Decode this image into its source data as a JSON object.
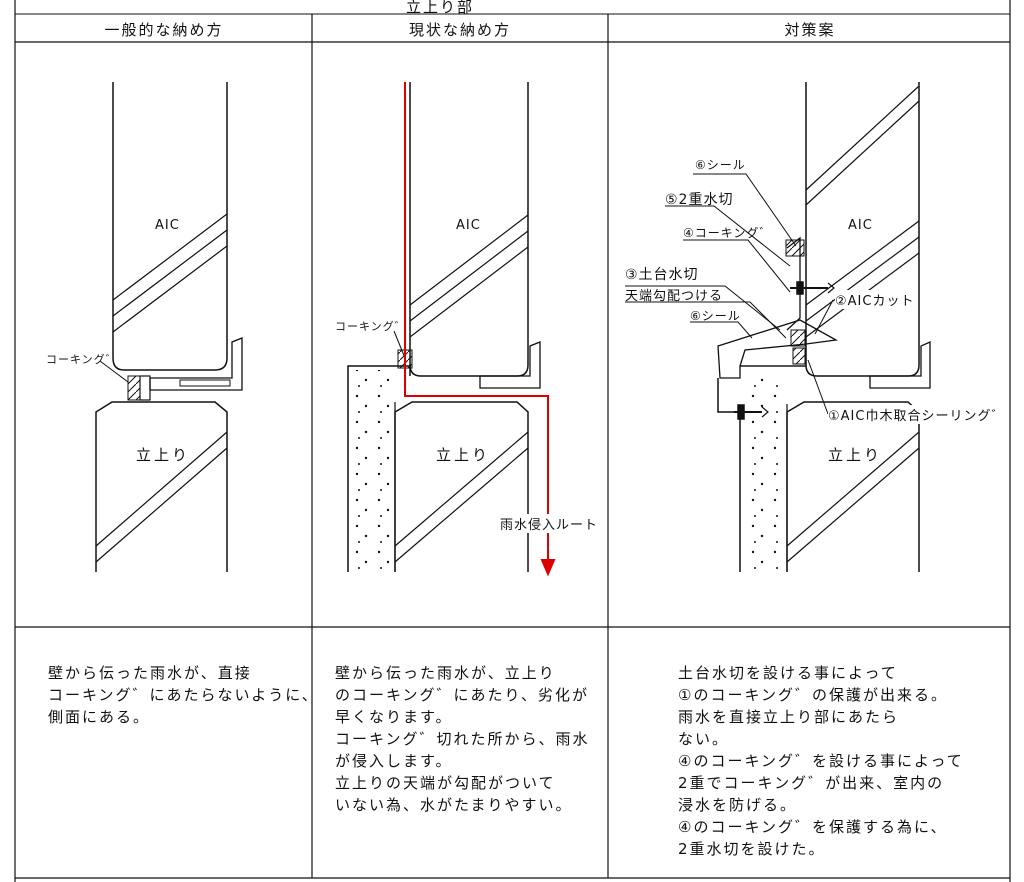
{
  "section_title": "立上り部",
  "columns": [
    {
      "header": "一般的な納め方",
      "labels": {
        "aic": "AIC",
        "caulking": "コーキング゛",
        "tachiagari": "立上り"
      },
      "note_lines": [
        "壁から伝った雨水が、直接",
        "コーキング゛にあたらないように、",
        "側面にある。"
      ]
    },
    {
      "header": "現状な納め方",
      "labels": {
        "aic": "AIC",
        "caulking": "コーキング゛",
        "tachiagari": "立上り",
        "route": "雨水侵入ルート"
      },
      "note_lines": [
        "壁から伝った雨水が、立上り",
        "のコーキング゛にあたり、劣化が",
        "早くなります。",
        "コーキング゛切れた所から、雨水",
        "が侵入します。",
        "立上りの天端が勾配がついて",
        "いない為、水がたまりやすい。"
      ]
    },
    {
      "header": "対策案",
      "labels": {
        "aic": "AIC",
        "tachiagari": "立上り",
        "seal_6a": "⑥シール",
        "mizukiri_5": "⑤2重水切",
        "caulking_4": "④コーキング゛",
        "dodai_3": "③土台水切",
        "tenba_3": "天端勾配つける",
        "seal_6b": "⑥シール",
        "aic_cut_2": "②AICカット",
        "habaki_1": "①AIC巾木取合シーリング゛"
      },
      "note_lines": [
        "土台水切を設ける事によって",
        "①のコーキング゛の保護が出来る。",
        "雨水を直接立上り部にあたら",
        "ない。",
        "④のコーキング゛を設ける事によって",
        "2重でコーキング゛が出来、室内の",
        "浸水を防げる。",
        "④のコーキング゛を保護する為に、",
        "2重水切を設けた。"
      ]
    }
  ],
  "colors": {
    "line": "#111111",
    "route": "#dd0000",
    "sheet": "#ffffff"
  }
}
